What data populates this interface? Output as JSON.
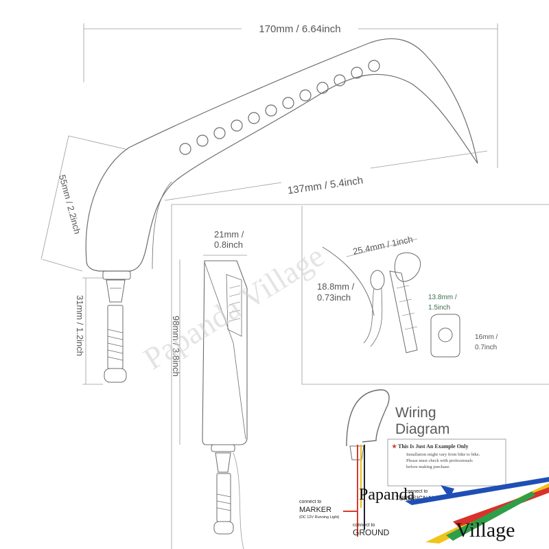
{
  "dimensions": {
    "total_length": "170mm / 6.64inch",
    "inner_length": "137mm / 5.4inch",
    "height": "55mm / 2.2inch",
    "stem_length": "31mm / 1.2inch",
    "front_width_mm": "21mm /",
    "front_width_in": "0.8inch",
    "front_length": "98mm / 3.8inch",
    "thread_outer": "25.4mm / 1inch",
    "clamp_mm": "18.8mm /",
    "clamp_in": "0.73inch",
    "hole_mm": "13.8mm /",
    "hole_in": "1.5inch",
    "bolt_mm": "16mm /",
    "bolt_in": "0.7inch"
  },
  "watermark": "Papanda Village",
  "wiring": {
    "title_line1": "Wiring",
    "title_line2": "Diagram",
    "note_star": "★",
    "note_title": "This Is Just An Example Only",
    "note_line1": "Installation might vary from bike to bike.",
    "note_line2": "Please must check with professionals",
    "note_line3": "before making purchase.",
    "marker_connect": "connect to",
    "marker_label": "MARKER",
    "marker_sub": "(DC 12V Running Light)",
    "turn_connect": "connect to",
    "turn_label": "TURNSIGNAL",
    "ground_connect": "connect to",
    "ground_label": "GROUND"
  },
  "logo": {
    "line1": "Papanda",
    "line2": "Village"
  },
  "colors": {
    "wire_red": "#d63a2a",
    "wire_yellow": "#e8c021",
    "wire_black": "#222222",
    "logo_blue": "#1f4fb5",
    "logo_yellow": "#f0c419",
    "logo_red": "#d9312b",
    "logo_green": "#2f9e49"
  }
}
